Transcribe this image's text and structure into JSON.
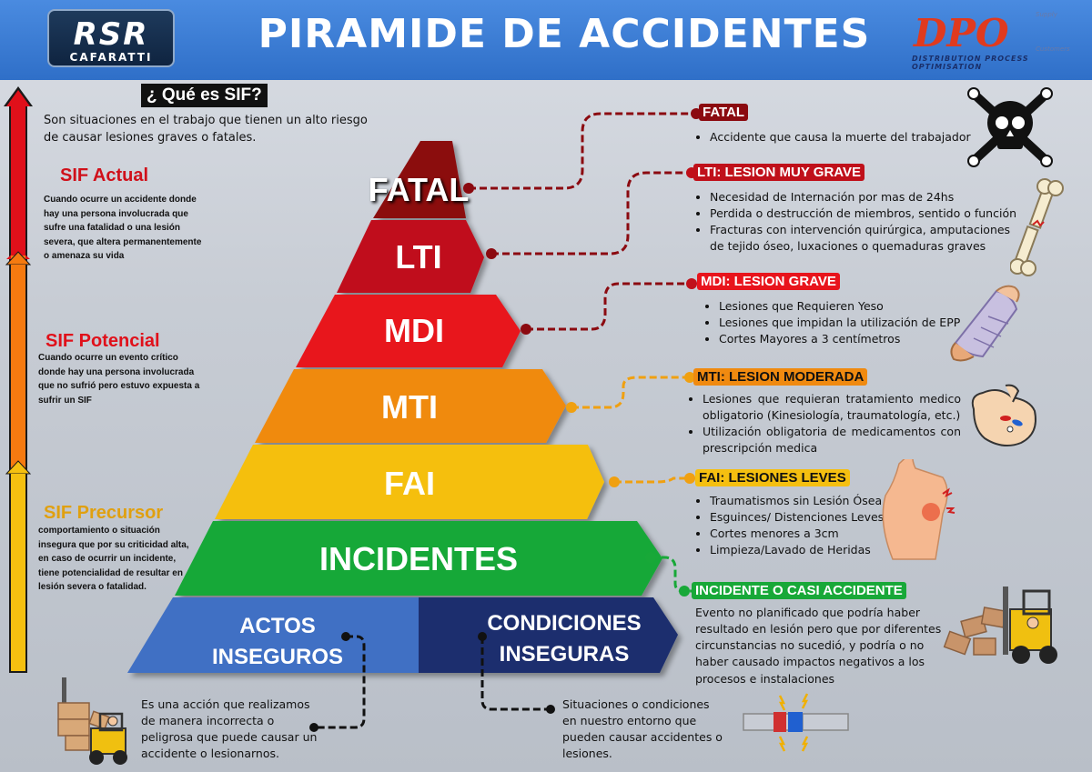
{
  "header": {
    "title": "PIRAMIDE DE ACCIDENTES",
    "rsr_logo": "RSR",
    "rsr_sub": "CAFARATTI",
    "dpo_logo": "DPO",
    "dpo_sub": "DISTRIBUTION PROCESS OPTIMISATION",
    "dpo_supply": "Supply",
    "dpo_customers": "Customers"
  },
  "sif": {
    "question": "¿ Qué es SIF?",
    "definition": "Son situaciones en el trabajo que tienen un alto riesgo de causar lesiones graves o fatales.",
    "actual_title": "SIF Actual",
    "actual_text": "Cuando ocurre un accidente donde hay una persona involucrada que sufre una fatalidad o una lesión severa, que altera permanentemente o amenaza su vida",
    "potencial_title": "SIF Potencial",
    "potencial_text": "Cuando ocurre un evento crítico donde hay una persona involucrada que no sufrió pero estuvo expuesta a sufrir un SIF",
    "precursor_title": "SIF Precursor",
    "precursor_text": "comportamiento o situación insegura que por su criticidad alta, en caso de ocurrir un incidente, tiene potencialidad de resultar en lesión severa o fatalidad."
  },
  "pyramid": {
    "fatal": "FATAL",
    "lti": "LTI",
    "mdi": "MDI",
    "mti": "MTI",
    "fai": "FAI",
    "incidentes": "INCIDENTES",
    "actos_1": "ACTOS",
    "actos_2": "INSEGUROS",
    "cond_1": "CONDICIONES",
    "cond_2": "INSEGURAS"
  },
  "levels": {
    "fatal": {
      "title": "FATAL",
      "items": [
        "Accidente que causa la muerte del trabajador"
      ]
    },
    "lti": {
      "title": "LTI: LESION MUY GRAVE",
      "items": [
        "Necesidad de Internación por mas de 24hs",
        "Perdida o destrucción de miembros, sentido o función",
        "Fracturas con intervención quirúrgica, amputaciones de tejido óseo, luxaciones o quemaduras graves"
      ]
    },
    "mdi": {
      "title": "MDI: LESION GRAVE",
      "items": [
        "Lesiones que Requieren Yeso",
        "Lesiones que impidan la utilización de EPP",
        "Cortes Mayores a 3 centímetros"
      ]
    },
    "mti": {
      "title": "MTI: LESION MODERADA",
      "items": [
        "Lesiones que requieran tratamiento medico obligatorio (Kinesiología, traumatología, etc.)",
        "Utilización obligatoria de medicamentos con prescripción medica"
      ]
    },
    "fai": {
      "title": "FAI: LESIONES LEVES",
      "items": [
        "Traumatismos sin Lesión Ósea",
        "Esguinces/ Distenciones Leves.",
        "Cortes menores a 3cm",
        "Limpieza/Lavado de Heridas"
      ]
    },
    "incidente": {
      "title": "INCIDENTE O CASI ACCIDENTE",
      "text": "Evento no planificado que podría haber resultado en lesión pero que  por diferentes circunstancias no sucedió, y podría o no haber causado impactos negativos a los procesos e instalaciones"
    }
  },
  "bottom": {
    "actos_text": "Es una acción que realizamos de manera incorrecta o peligrosa que puede causar un accidente o lesionarnos.",
    "cond_text": "Situaciones o condiciones en nuestro entorno que pueden causar accidentes o lesiones."
  },
  "colors": {
    "fatal": "#8b0a10",
    "lti": "#c0101a",
    "mdi": "#e8141c",
    "mti": "#f08a10",
    "fai": "#f5bf10",
    "incidentes": "#18a838",
    "actos": "#3f6fc4",
    "cond": "#1b2f6e"
  },
  "icons": [
    "skull-icon",
    "broken-bone-icon",
    "cast-arm-icon",
    "pills-hand-icon",
    "shoulder-pain-icon",
    "forklift-icon",
    "broken-pipe-icon"
  ]
}
